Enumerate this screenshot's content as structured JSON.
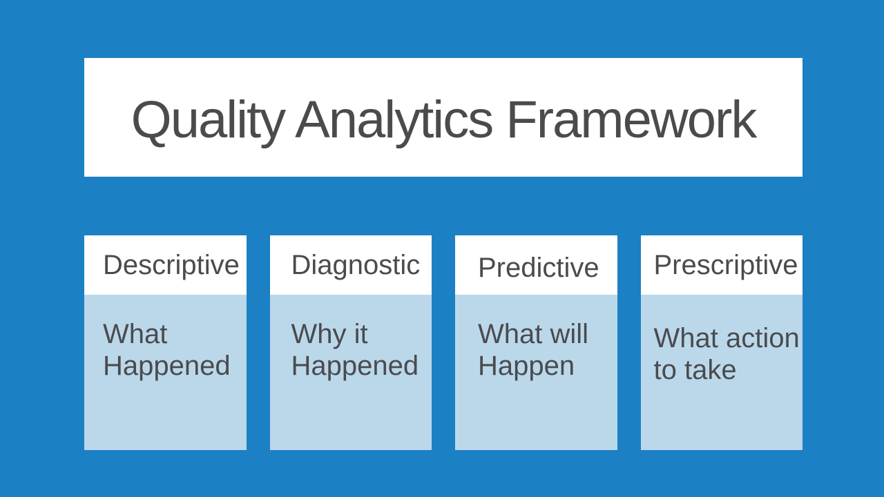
{
  "slide": {
    "title": "Quality Analytics Framework",
    "columns": [
      {
        "header": "Descriptive",
        "body": "What Happened",
        "body_lines": [
          "What",
          "Happened"
        ]
      },
      {
        "header": "Diagnostic",
        "body": "Why it Happened",
        "body_lines": [
          "Why it",
          "Happened"
        ]
      },
      {
        "header": "Predictive",
        "body": "What will Happen",
        "body_lines": [
          "What will",
          "Happen"
        ]
      },
      {
        "header": "Prescriptive",
        "body": "What action to take",
        "body_lines": [
          "What action",
          "to take"
        ]
      }
    ],
    "colors": {
      "background": "#1C80C4",
      "card_white": "#FFFFFF",
      "panel_light_blue": "#BBD8EB",
      "text_dark": "#4A4B4D"
    }
  }
}
